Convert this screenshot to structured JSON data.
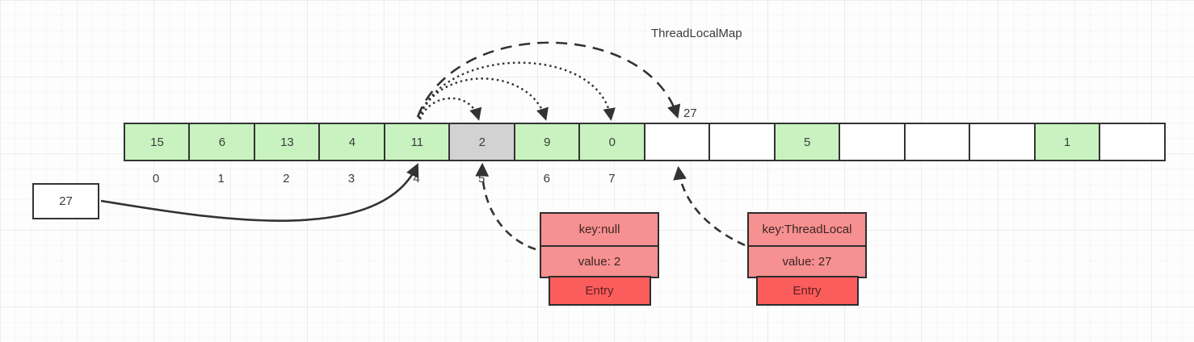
{
  "title": "ThreadLocalMap",
  "colors": {
    "cell_green": "#c8f3c0",
    "cell_gray": "#d2d2d2",
    "cell_border": "#333333",
    "entry_light": "#f79090",
    "entry_strong": "#fb5c5c",
    "entry_border": "#2d2d2d",
    "entry_kv_text": "#3a2525",
    "entry_text": "#5c1f1f",
    "arrow": "#333333",
    "text": "#3c3c3c"
  },
  "array": {
    "cells": [
      {
        "value": "15",
        "state": "green"
      },
      {
        "value": "6",
        "state": "green"
      },
      {
        "value": "13",
        "state": "green"
      },
      {
        "value": "4",
        "state": "green"
      },
      {
        "value": "11",
        "state": "green"
      },
      {
        "value": "2",
        "state": "gray"
      },
      {
        "value": "9",
        "state": "green"
      },
      {
        "value": "0",
        "state": "green"
      },
      {
        "value": "",
        "state": "white"
      },
      {
        "value": "",
        "state": "white"
      },
      {
        "value": "5",
        "state": "green"
      },
      {
        "value": "",
        "state": "white"
      },
      {
        "value": "",
        "state": "white"
      },
      {
        "value": "",
        "state": "white"
      },
      {
        "value": "1",
        "state": "green"
      },
      {
        "value": "",
        "state": "white"
      }
    ],
    "index_labels": [
      "0",
      "1",
      "2",
      "3",
      "4",
      "5",
      "6",
      "7"
    ]
  },
  "probe_label": "27",
  "source_box": {
    "label": "27"
  },
  "entries": [
    {
      "key": "key:null",
      "value": "value: 2",
      "footer": "Entry"
    },
    {
      "key": "key:ThreadLocal",
      "value": "value: 27",
      "footer": "Entry"
    }
  ]
}
